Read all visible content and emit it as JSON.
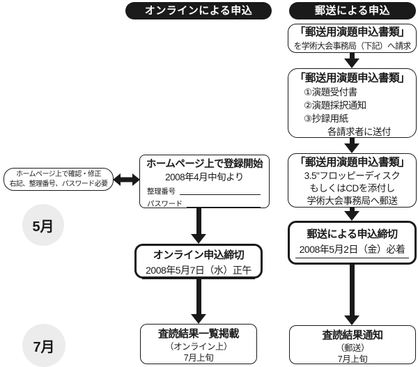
{
  "online": {
    "header": "オンラインによる申込",
    "note_box": {
      "line1": "ホームページ上で確認・修正",
      "line2": "右記、整理番号、パスワード必要"
    },
    "register_box": {
      "title": "ホームページ上で登録開始",
      "subtitle": "2008年4月中旬より",
      "field1_label": "整理番号",
      "field2_label": "パスワード"
    },
    "deadline_box": {
      "title": "オンライン申込締切",
      "date": "2008年5月7日（水）正午"
    },
    "result_box": {
      "title": "査読結果一覧掲載",
      "line2": "（オンライン上）",
      "line3": "7月上旬"
    }
  },
  "mail": {
    "header": "郵送による申込",
    "request_box": {
      "title": "「郵送用演題申込書類」",
      "line2": "を学術大会事務局（下記）へ請求"
    },
    "documents_box": {
      "title": "「郵送用演題申込書類」",
      "items": [
        "①演題受付書",
        "②演題採択通知",
        "③抄録用紙"
      ],
      "footer": "各請求者に送付"
    },
    "send_box": {
      "title": "「郵送用演題申込書類」",
      "line2": "3.5\"フロッピーディスク",
      "line3": "もしくはCDを添付し",
      "line4": "学術大会事務局へ郵送"
    },
    "deadline_box": {
      "title": "郵送による申込締切",
      "date": "2008年5月2日（金）必着"
    },
    "result_box": {
      "title": "査読結果通知",
      "line2": "（郵送）",
      "line3": "7月上旬"
    }
  },
  "timeline": {
    "may": "5月",
    "july": "7月"
  },
  "colors": {
    "ink": "#1a1a1a",
    "circle_bg": "#ececec",
    "background": "#ffffff"
  }
}
